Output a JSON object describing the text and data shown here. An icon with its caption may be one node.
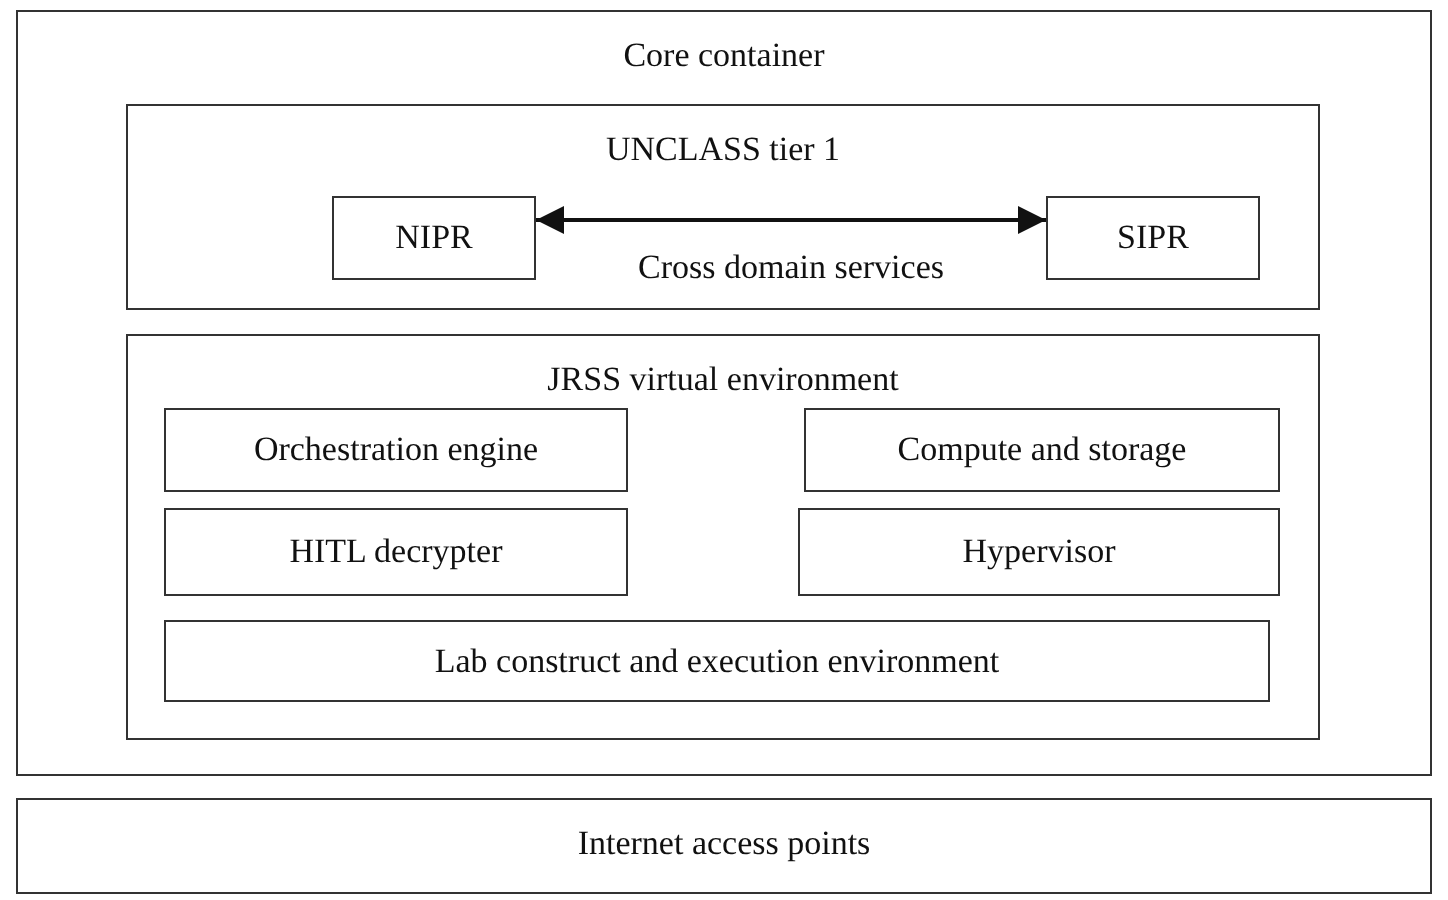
{
  "diagram": {
    "nodes": [
      {
        "text": [
          "Core container"
        ]
      },
      {
        "text": [
          "UNCLASS tier 1"
        ],
        "in": 0
      },
      {
        "text": [
          "NIPR"
        ],
        "in": 1
      },
      {
        "text": [
          "SIPR"
        ],
        "in": 1
      },
      {
        "text": [
          "JRSS virtual environment"
        ],
        "in": 0
      },
      {
        "text": [
          "Orchestration engine"
        ],
        "in": 4
      },
      {
        "text": [
          "Compute and storage"
        ],
        "in": 4
      },
      {
        "text": [
          "HITL decrypter"
        ],
        "in": 4
      },
      {
        "text": [
          "Hypervisor"
        ],
        "in": 4
      },
      {
        "text": [
          "Lab construct and execution environment"
        ],
        "in": 4
      },
      {
        "text": [
          "Internet access points"
        ]
      }
    ],
    "edges": [
      {
        "from": 2,
        "to": 3,
        "arrow": "both",
        "label": "Cross domain services"
      }
    ]
  }
}
